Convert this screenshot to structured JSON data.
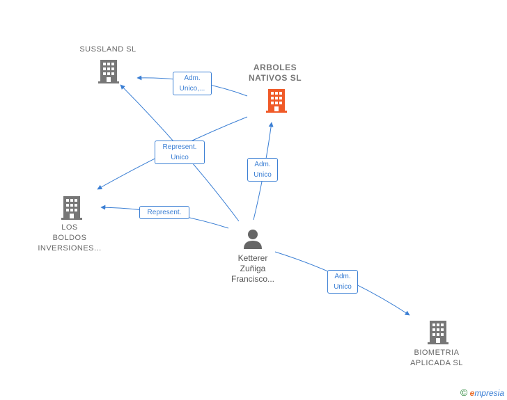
{
  "colors": {
    "edge": "#3b7fd4",
    "company": "#777777",
    "highlight": "#f05a28",
    "person": "#666666"
  },
  "nodes": {
    "sussland": {
      "label": "SUSSLAND  SL",
      "icon": "building-icon"
    },
    "arboles": {
      "label": "ARBOLES\nNATIVOS  SL",
      "icon": "building-icon"
    },
    "losboldos": {
      "label": "LOS\nBOLDOS\nINVERSIONES...",
      "icon": "building-icon"
    },
    "biometria": {
      "label": "BIOMETRIA\nAPLICADA  SL",
      "icon": "building-icon"
    },
    "person": {
      "label": "Ketterer\nZuñiga\nFrancisco...",
      "icon": "person-icon"
    }
  },
  "edge_labels": {
    "adm_unico_sussland": "Adm.\nUnico,...",
    "represent_unico": "Represent.\nUnico",
    "adm_unico_arboles": "Adm.\nUnico",
    "represent_losboldos": "Represent.",
    "adm_unico_biometria": "Adm.\nUnico"
  },
  "brand": {
    "copyright": "©",
    "name_first": "e",
    "name_rest": "mpresia"
  }
}
